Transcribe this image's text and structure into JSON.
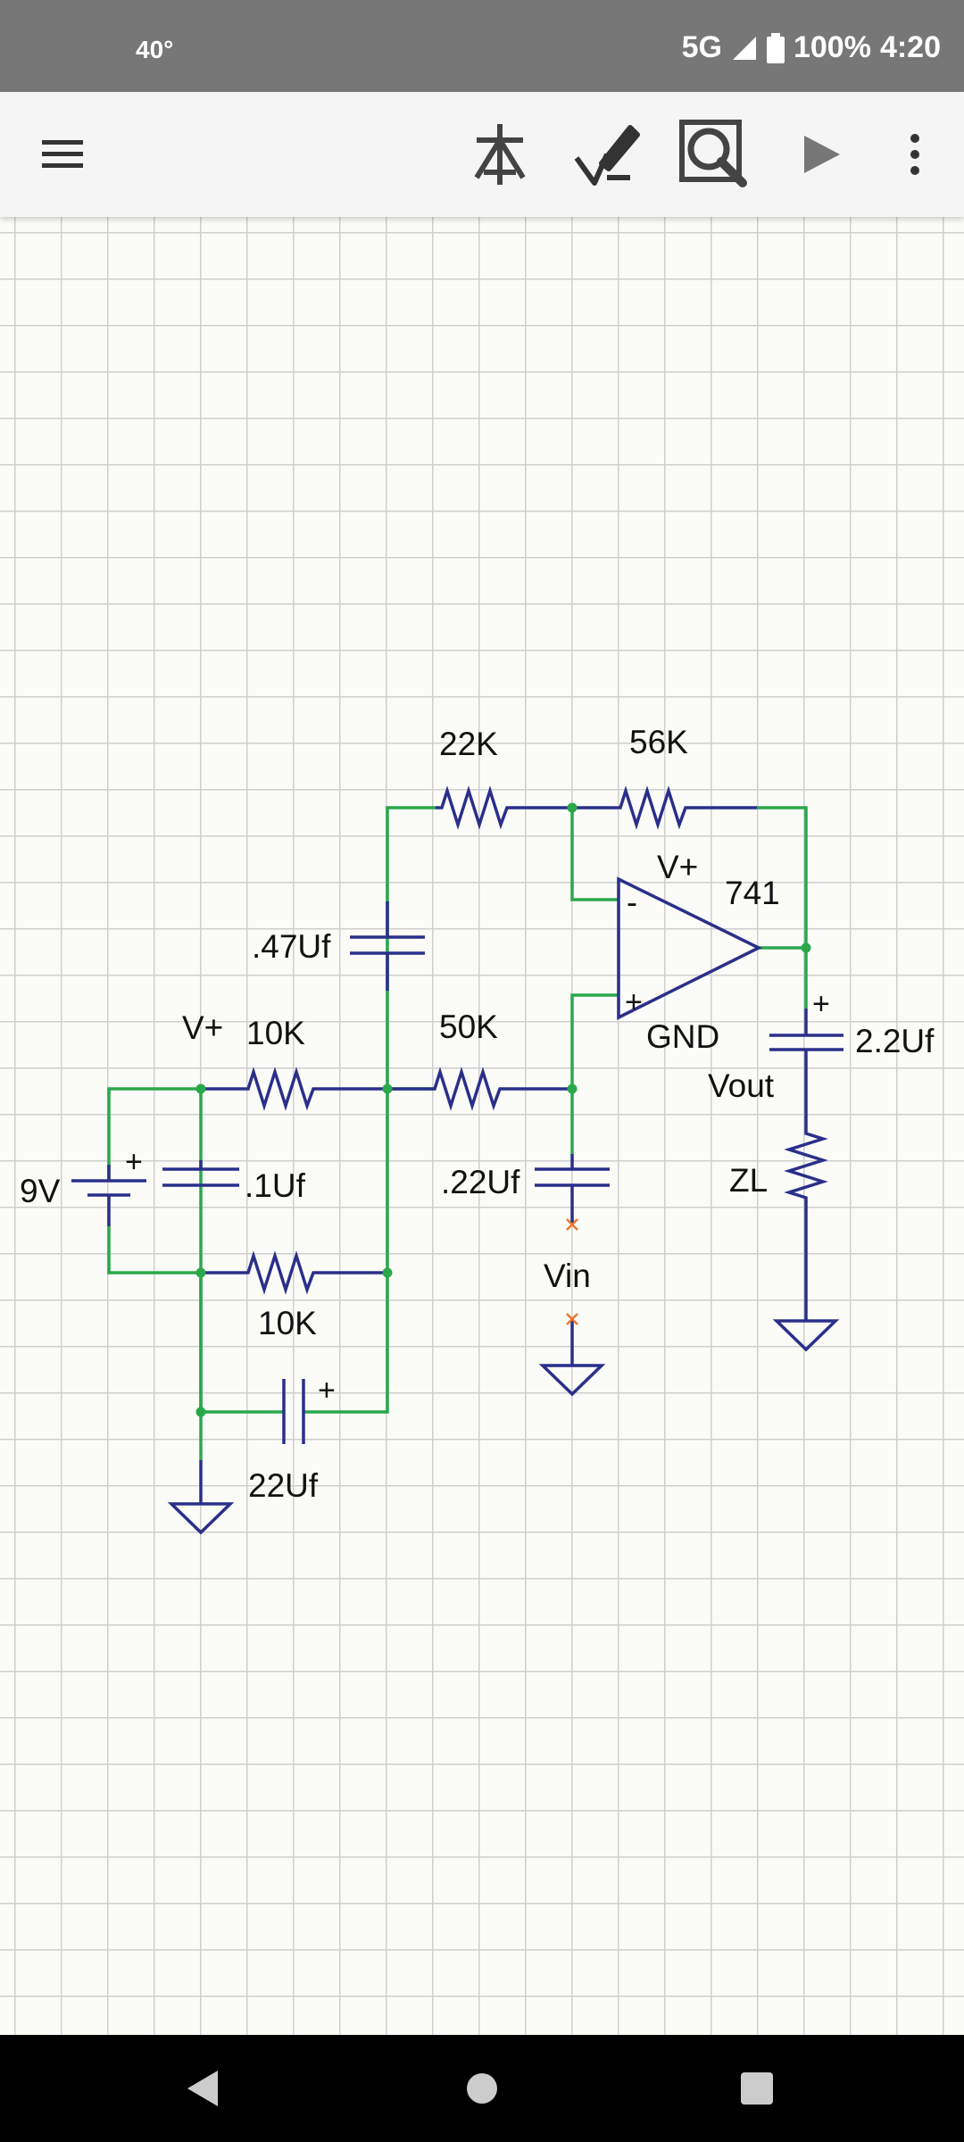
{
  "status_bar": {
    "temperature": "40°",
    "network": "5G",
    "battery": "100%",
    "time": "4:20"
  },
  "toolbar": {
    "icons": [
      "menu-icon",
      "component-icon",
      "draw-wire-icon",
      "zoom-icon",
      "run-simulation-icon",
      "more-options-icon"
    ]
  },
  "schematic": {
    "labels": {
      "r_22k": "22K",
      "r_56k": "56K",
      "opamp_vplus": "V+",
      "opamp_model": "741",
      "cap_047": ".47Uf",
      "vplus_bias": "V+",
      "r_10k_top": "10K",
      "r_50k": "50K",
      "opamp_gnd": "GND",
      "cap_22_out": "2.2Uf",
      "vout": "Vout",
      "battery": "9V",
      "cap_01": ".1Uf",
      "cap_022": ".22Uf",
      "zl": "ZL",
      "vin": "Vin",
      "r_10k_bottom": "10K",
      "cap_22uf": "22Uf",
      "opamp_minus": "-",
      "opamp_plus": "+",
      "polarity_plus": "+"
    },
    "colors": {
      "wire": "#2aa84a",
      "component": "#2a2f8a",
      "grid": "#cfcfcf",
      "node": "#2aa84a",
      "probe": "#e8772e"
    }
  },
  "nav_bar": {
    "icons": [
      "back-icon",
      "home-icon",
      "recents-icon"
    ]
  }
}
